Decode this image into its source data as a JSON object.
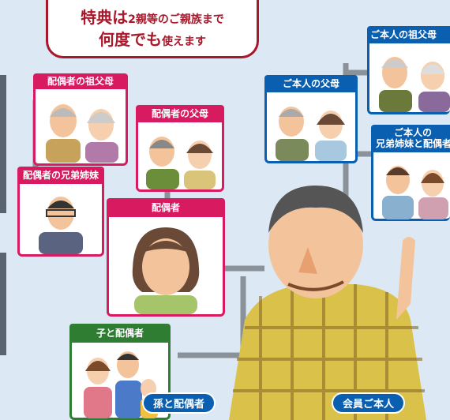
{
  "headline": {
    "line1_big": "特典は",
    "line1_small": "2親等のご親族まで",
    "line2_big": "何度でも",
    "line2_small": "使えます"
  },
  "labels": {
    "spouse_grandparents": "配偶者の祖父母",
    "spouse_parents": "配偶者の父母",
    "spouse_siblings": "配偶者の兄弟姉妹",
    "spouse": "配偶者",
    "child_spouse": "子と配偶者",
    "grandchild_spouse": "孫と配偶者",
    "own_parents": "ご本人の父母",
    "own_grandparents": "ご本人の祖父母",
    "own_siblings_line1": "ご本人の",
    "own_siblings_line2": "兄弟姉妹と配偶者",
    "member": "会員ご本人"
  },
  "colors": {
    "spouse_side": "#d81b60",
    "own_side": "#0b5fb0",
    "children": "#2e7d32",
    "headline": "#a8182a",
    "background": "#dce9f4"
  }
}
